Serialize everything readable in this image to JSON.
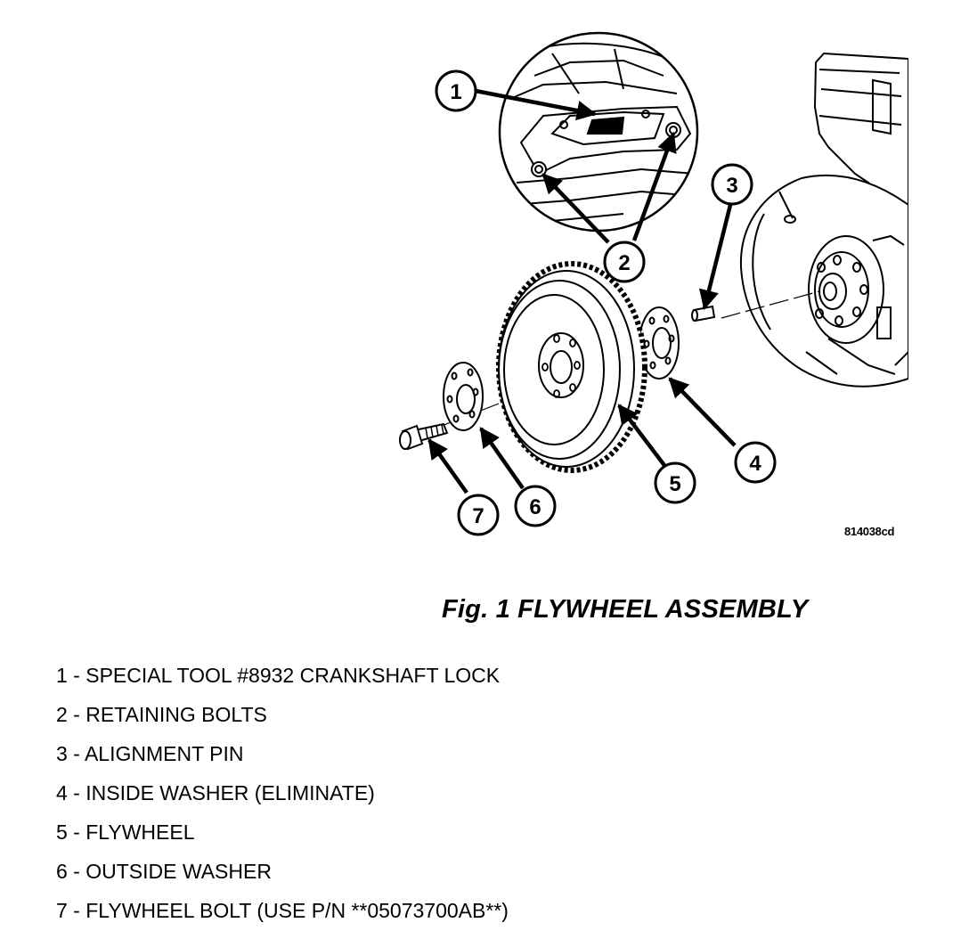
{
  "figure": {
    "drawing_code": "814038cd",
    "caption": "Fig. 1 FLYWHEEL ASSEMBLY"
  },
  "callouts": [
    "1",
    "2",
    "3",
    "4",
    "5",
    "6",
    "7"
  ],
  "legend": [
    "1 - SPECIAL TOOL #8932 CRANKSHAFT LOCK",
    "2 - RETAINING BOLTS",
    "3 - ALIGNMENT PIN",
    "4 - INSIDE WASHER (ELIMINATE)",
    "5 - FLYWHEEL",
    "6 - OUTSIDE WASHER",
    "7 - FLYWHEEL BOLT (USE P/N **05073700AB**)"
  ]
}
